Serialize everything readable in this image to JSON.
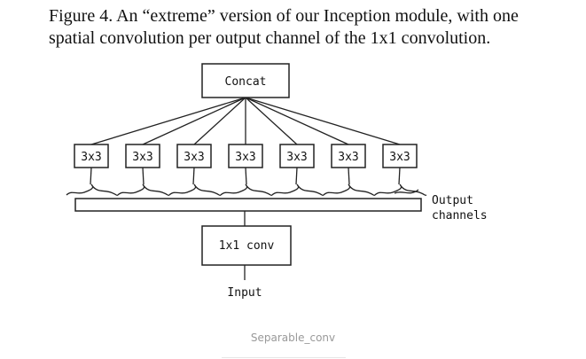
{
  "caption": {
    "line1": "Figure 4. An “extreme” version of our Inception module, with one",
    "line2": "spatial convolution per output channel of the 1x1 convolution."
  },
  "diagram": {
    "concat_label": "Concat",
    "branch_labels": [
      "3x3",
      "3x3",
      "3x3",
      "3x3",
      "3x3",
      "3x3",
      "3x3"
    ],
    "conv_label": "1x1 conv",
    "input_label": "Input",
    "output_label_line1": "Output",
    "output_label_line2": "channels"
  },
  "footer": {
    "label": "Separable_conv"
  }
}
